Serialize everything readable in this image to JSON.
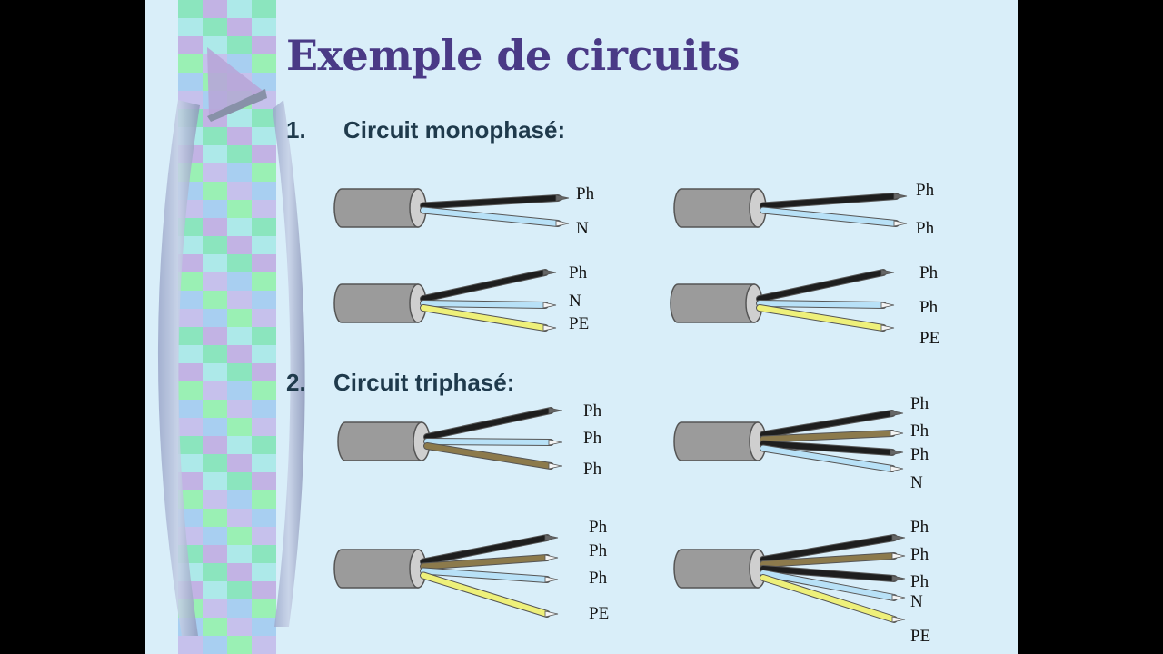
{
  "slide": {
    "title": "Exemple de circuits",
    "sections": [
      {
        "number": "1.",
        "title": "Circuit monophasé:"
      },
      {
        "number": "2.",
        "title": "Circuit triphasé:"
      }
    ]
  },
  "wire_colors": {
    "black": "#1e1e1e",
    "blue": "#b8e1f7",
    "yellow": "#eef07a",
    "brown": "#8c7a4c",
    "sheath": "#9b9b9b"
  },
  "cables": [
    {
      "id": "mono-ph-n",
      "labels": [
        "Ph",
        "N"
      ],
      "wires": [
        "black",
        "blue"
      ]
    },
    {
      "id": "mono-ph-ph",
      "labels": [
        "Ph",
        "Ph"
      ],
      "wires": [
        "black",
        "blue"
      ]
    },
    {
      "id": "mono-ph-n-pe",
      "labels": [
        "Ph",
        "N",
        "PE"
      ],
      "wires": [
        "black",
        "blue",
        "yellow"
      ]
    },
    {
      "id": "mono-ph-ph-pe",
      "labels": [
        "Ph",
        "Ph",
        "PE"
      ],
      "wires": [
        "black",
        "blue",
        "yellow"
      ]
    },
    {
      "id": "tri-3ph",
      "labels": [
        "Ph",
        "Ph",
        "Ph"
      ],
      "wires": [
        "black",
        "blue",
        "brown"
      ]
    },
    {
      "id": "tri-3ph-n",
      "labels": [
        "Ph",
        "Ph",
        "Ph",
        "N"
      ],
      "wires": [
        "black",
        "brown",
        "black",
        "blue"
      ]
    },
    {
      "id": "tri-3ph-pe",
      "labels": [
        "Ph",
        "Ph",
        "Ph",
        "PE"
      ],
      "wires": [
        "black",
        "brown",
        "blue",
        "yellow"
      ]
    },
    {
      "id": "tri-3ph-n-pe",
      "labels": [
        "Ph",
        "Ph",
        "Ph",
        "N",
        "PE"
      ],
      "wires": [
        "black",
        "brown",
        "black",
        "blue",
        "yellow"
      ]
    }
  ]
}
